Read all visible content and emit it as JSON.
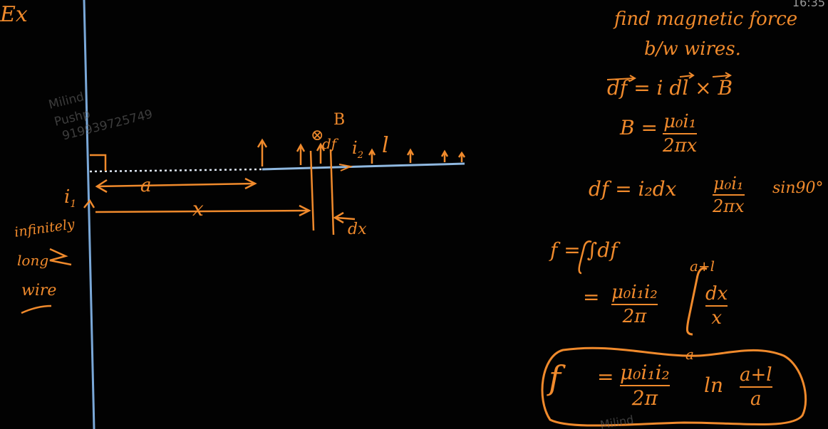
{
  "clock": "16:35",
  "problem": {
    "ex_label": "Ex",
    "statement_line1": "find magnetic force",
    "statement_line2": "b/w wires."
  },
  "watermark": {
    "name_first": "Milind",
    "name_last": "Pushp",
    "phone": "919939725749",
    "bottom_name": "Milind"
  },
  "diagram": {
    "i1": "i",
    "i1_sub": "1",
    "a": "a",
    "x": "x",
    "dx": "dx",
    "B": "B",
    "cross": "⊗",
    "df": "df",
    "i2": "i",
    "i2_sub": "2",
    "rod_len": "l",
    "note_line1": "infinitely",
    "note_line2": "long",
    "note_line3": "wire"
  },
  "equations": {
    "eq1": "df = i dl × B",
    "eq2_lhs": "B =",
    "eq2_num": "μ₀i₁",
    "eq2_den": "2πx",
    "eq3_lhs": "df = i₂dx",
    "eq3_num": "μ₀i₁",
    "eq3_den": "2πx",
    "eq3_tail": "sin90°",
    "eq4": "f = ∫df",
    "eq5_eq": "=",
    "eq5_num": "μ₀i₁i₂",
    "eq5_den": "2π",
    "eq5_upper": "a+l",
    "eq5_lower": "a",
    "eq5_int_num": "dx",
    "eq5_int_den": "x",
    "eq6_lhs": "f",
    "eq6_eq": "=",
    "eq6_num": "μ₀i₁i₂",
    "eq6_den": "2π",
    "eq6_ln": "ln",
    "eq6_arg_num": "a+l",
    "eq6_arg_den": "a"
  },
  "colors": {
    "ink": "#f08a2c",
    "wire": "#7aa8d8",
    "board": "#020202"
  }
}
